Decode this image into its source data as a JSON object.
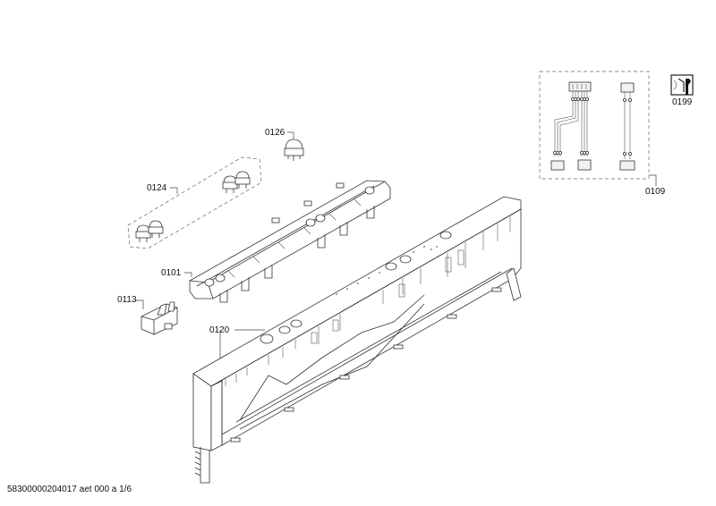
{
  "diagram": {
    "type": "exploded-parts-diagram",
    "footer_text": "58300000204017 aet 000 a 1/6",
    "parts": [
      {
        "id": "0101",
        "label": "0101",
        "description": "control module carrier / button strip"
      },
      {
        "id": "0109",
        "label": "0109",
        "description": "wiring harness set (dashed box)"
      },
      {
        "id": "0113",
        "label": "0113",
        "description": "small switch/connector part"
      },
      {
        "id": "0120",
        "label": "0120",
        "description": "control panel fascia frame"
      },
      {
        "id": "0124",
        "label": "0124",
        "description": "push button set (dashed group, 4 buttons)"
      },
      {
        "id": "0126",
        "label": "0126",
        "description": "single push button"
      },
      {
        "id": "0199",
        "label": "0199",
        "description": "service/tool icon"
      }
    ],
    "icons": {
      "service_icon": "wrench-icon"
    },
    "colors": {
      "line": "#333333",
      "background": "#ffffff",
      "text": "#111111"
    }
  }
}
